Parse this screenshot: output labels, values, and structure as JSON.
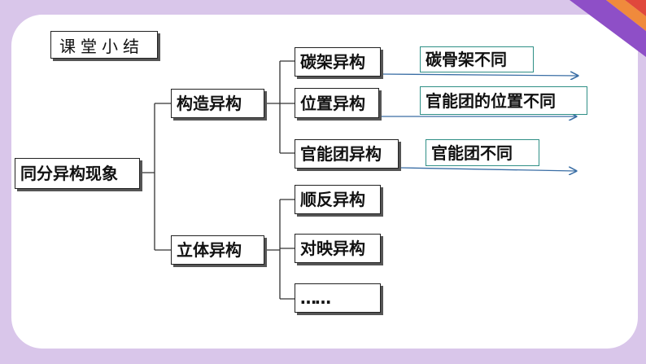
{
  "slide": {
    "title": "课堂小结",
    "root": "同分异构现象",
    "branches": [
      {
        "label": "构造异构",
        "children": [
          {
            "label": "碳架异构",
            "note": "碳骨架不同"
          },
          {
            "label": "位置异构",
            "note": "官能团的位置不同"
          },
          {
            "label": "官能团异构",
            "note": "官能团不同"
          }
        ]
      },
      {
        "label": "立体异构",
        "children": [
          {
            "label": "顺反异构"
          },
          {
            "label": "对映异构"
          },
          {
            "label": "……"
          }
        ]
      }
    ]
  },
  "colors": {
    "background": "#d9c6ea",
    "card": "#ffffff",
    "note_border": "#2f8f86",
    "arrow": "#3a6ea5",
    "stripe_purple": "#8e4fc7",
    "stripe_orange": "#f08a3c",
    "stripe_red": "#e0483c"
  }
}
